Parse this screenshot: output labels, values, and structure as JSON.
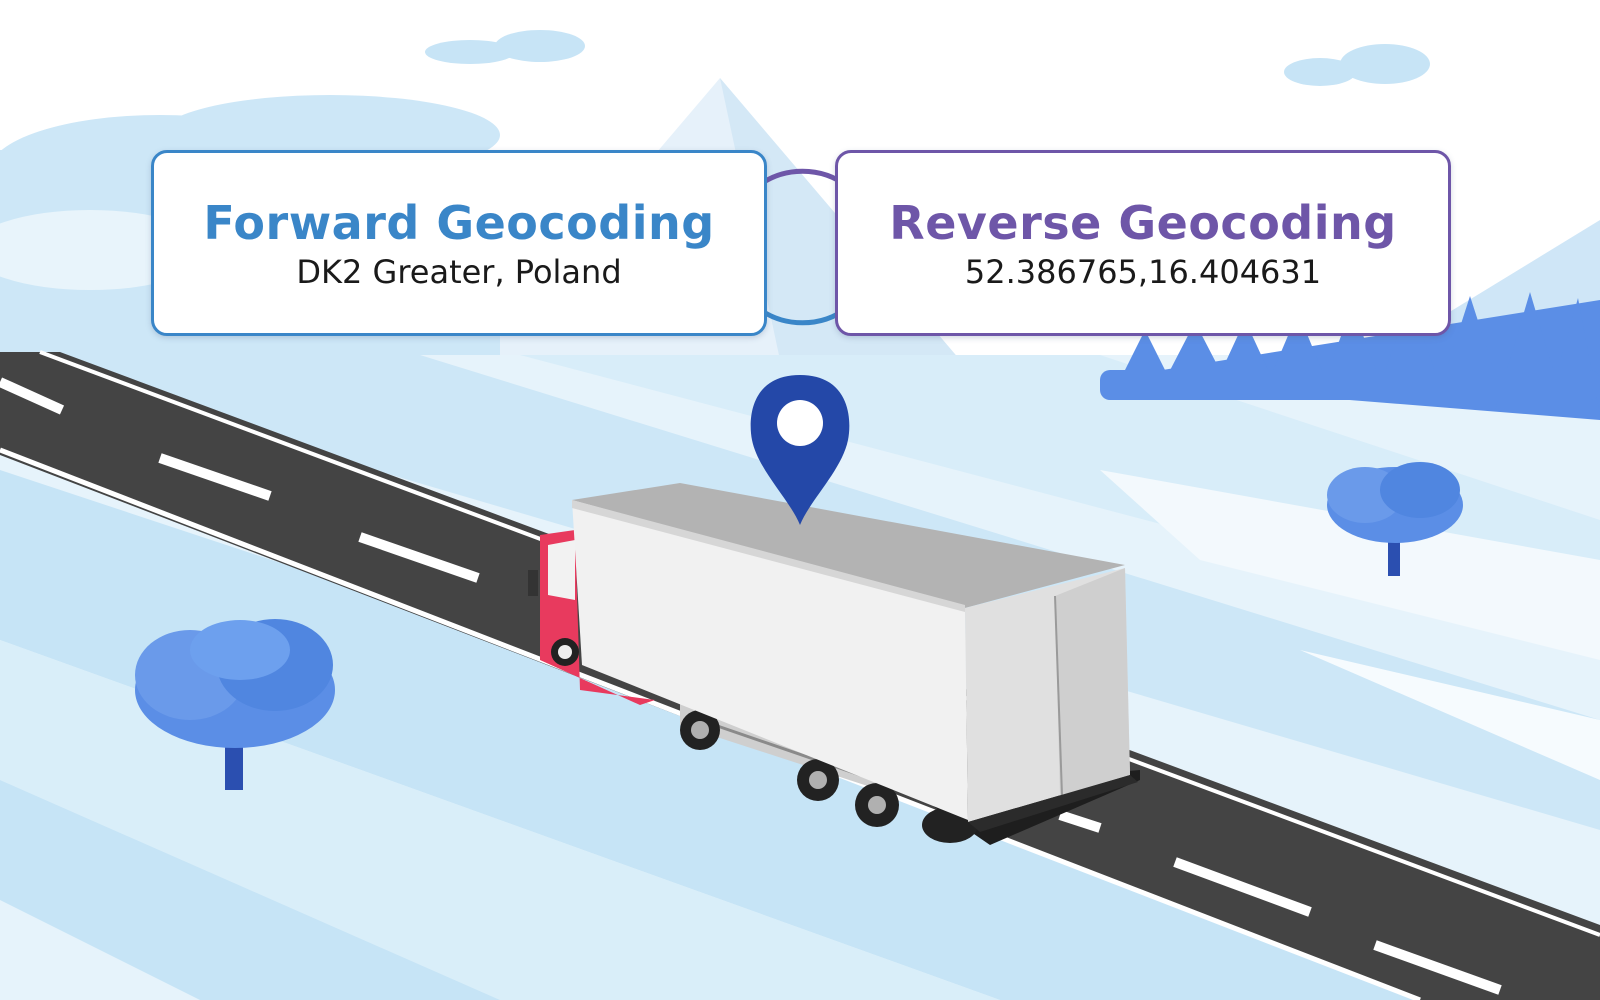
{
  "forward": {
    "title": "Forward Geocoding",
    "value": "DK2 Greater, Poland"
  },
  "reverse": {
    "title": "Reverse Geocoding",
    "value": "52.386765,16.404631"
  },
  "colors": {
    "forward_accent": "#3a86c8",
    "reverse_accent": "#6e56a8",
    "pin": "#2448a8",
    "truck_cab": "#e83a5e",
    "road": "#444444",
    "sky": "#c9e6f6",
    "trees": "#5b8ee6"
  },
  "icons": [
    "location-pin-icon",
    "swap-cycle-icon"
  ]
}
